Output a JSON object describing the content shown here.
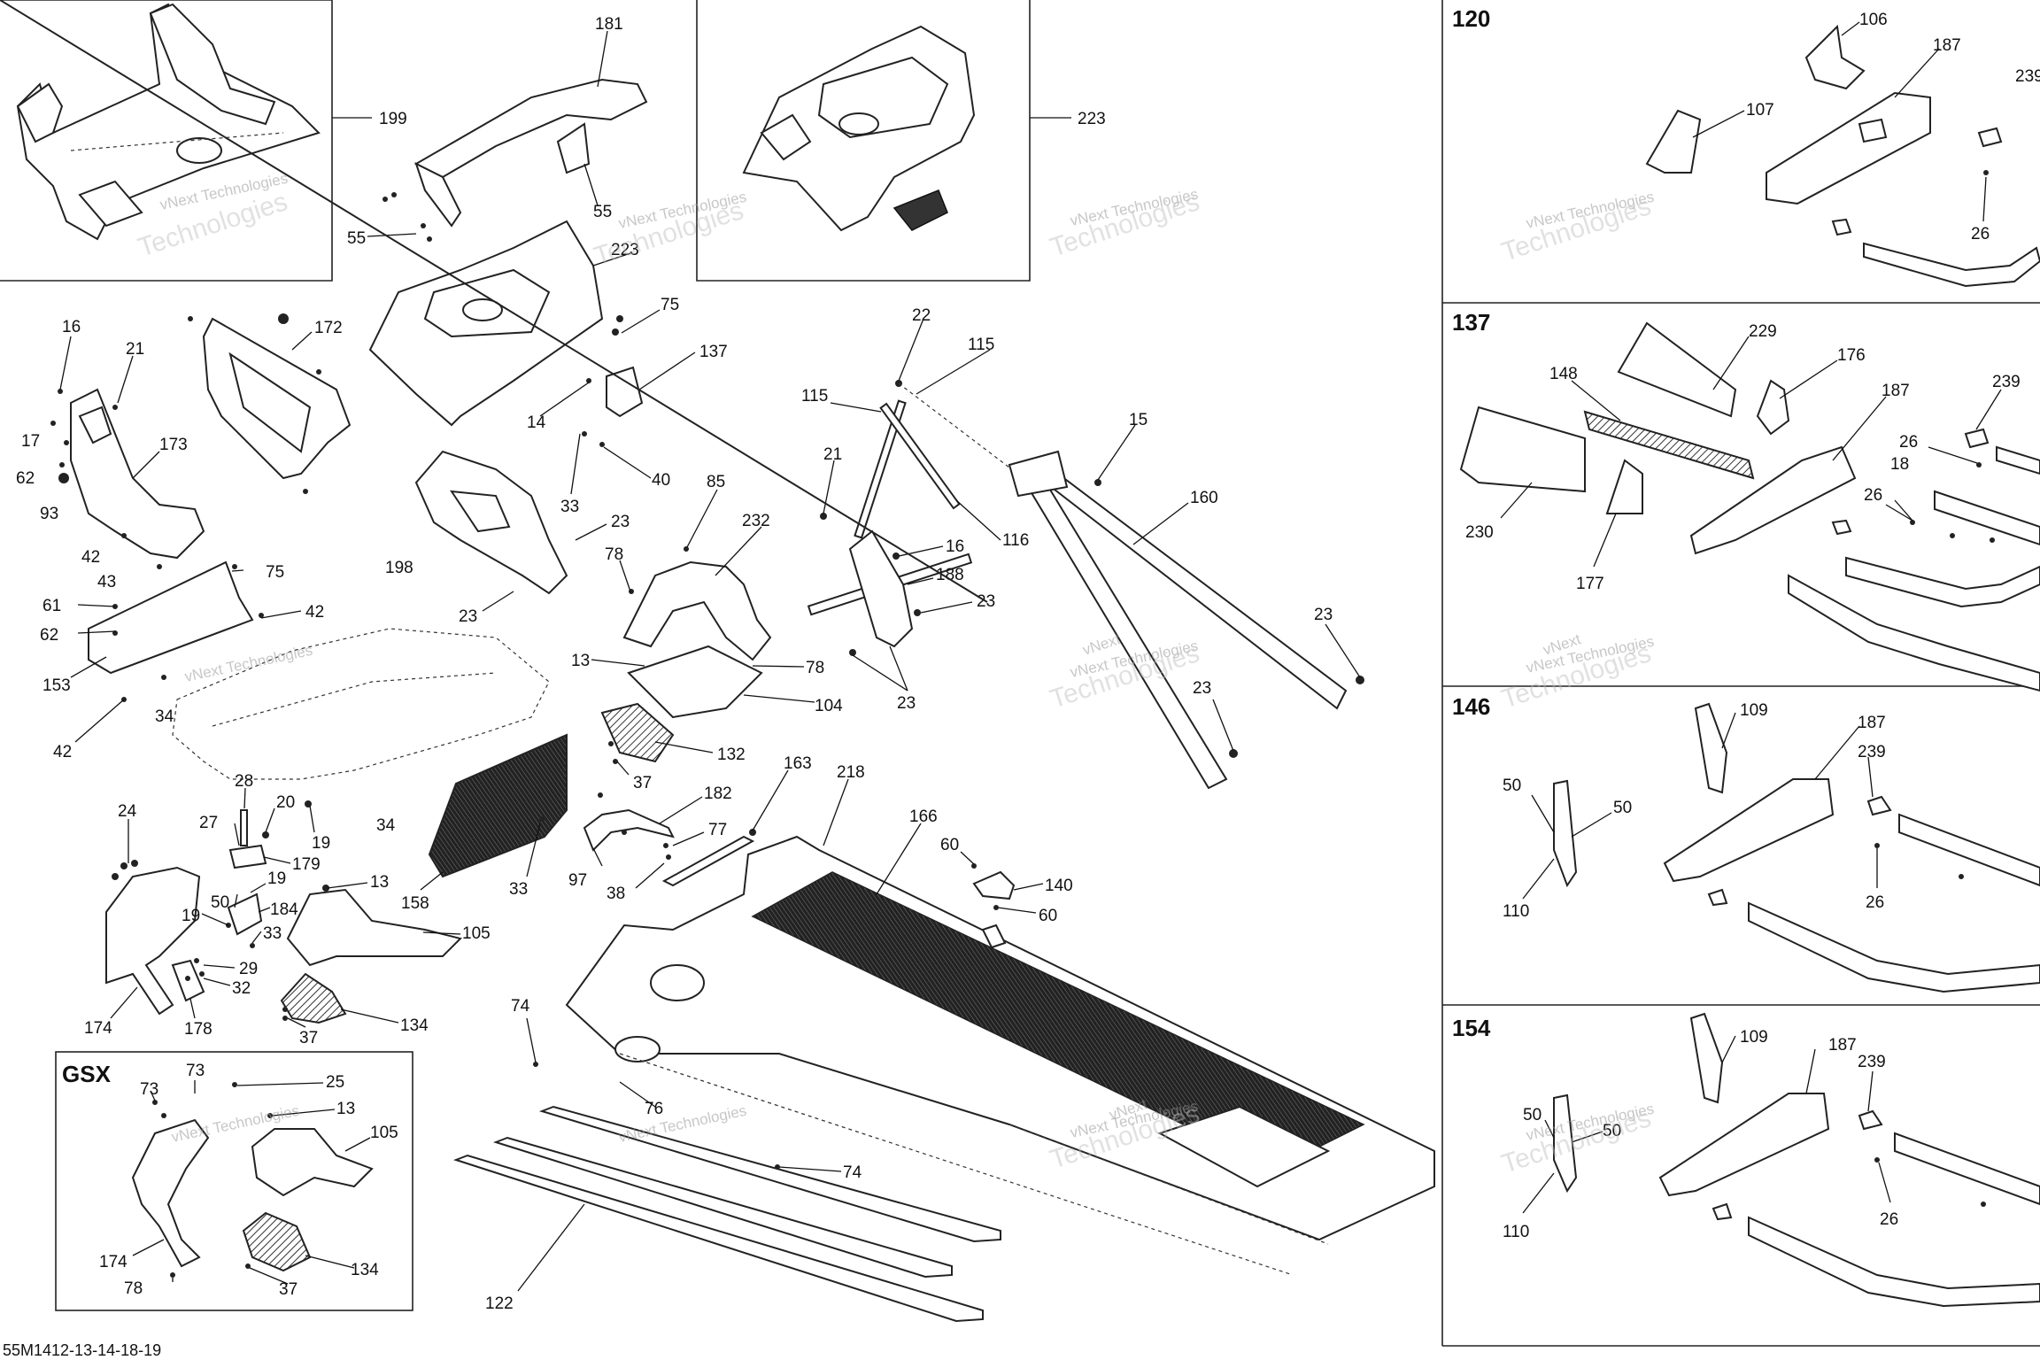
{
  "diagram_code": "55M1412-13-14-18-19",
  "watermark": {
    "line1": "vNext Technologies",
    "line2": "Technologies",
    "brand": "vNext"
  },
  "panels": {
    "p120": "120",
    "p137": "137",
    "p146": "146",
    "p154": "154",
    "gsx": "GSX"
  },
  "callouts": {
    "c199": "199",
    "c181": "181",
    "c55a": "55",
    "c55b": "55",
    "c223a": "223",
    "c223b": "223",
    "c16a": "16",
    "c21a": "21",
    "c172": "172",
    "c75a": "75",
    "c137": "137",
    "c17": "17",
    "c173": "173",
    "c62a": "62",
    "c93": "93",
    "c14": "14",
    "c40": "40",
    "c33a": "33",
    "c198": "198",
    "c23a": "23",
    "c23b": "23",
    "c42a": "42",
    "c43": "43",
    "c75b": "75",
    "c61": "61",
    "c62b": "62",
    "c42b": "42",
    "c153": "153",
    "c34a": "34",
    "c42c": "42",
    "c34b": "34",
    "c85": "85",
    "c232": "232",
    "c78a": "78",
    "c13a": "13",
    "c78b": "78",
    "c104": "104",
    "c132": "132",
    "c37a": "37",
    "c22": "22",
    "c115a": "115",
    "c115b": "115",
    "c15": "15",
    "c21b": "21",
    "c116": "116",
    "c160": "160",
    "c16b": "16",
    "c188": "188",
    "c23c": "23",
    "c23d": "23",
    "c23e": "23",
    "c23f": "23",
    "c24": "24",
    "c28": "28",
    "c27": "27",
    "c20": "20",
    "c19a": "19",
    "c179": "179",
    "c19b": "19",
    "c50": "50",
    "c184": "184",
    "c19c": "19",
    "c33b": "33",
    "c13b": "13",
    "c105a": "105",
    "c29": "29",
    "c32": "32",
    "c174a": "174",
    "c178": "178",
    "c134a": "134",
    "c37b": "37",
    "c158": "158",
    "c33c": "33",
    "c97": "97",
    "c182": "182",
    "c163": "163",
    "c77": "77",
    "c38": "38",
    "c218": "218",
    "c166": "166",
    "c60a": "60",
    "c140": "140",
    "c60b": "60",
    "c74a": "74",
    "c76": "76",
    "c74b": "74",
    "c122": "122",
    "g73a": "73",
    "g73b": "73",
    "g25": "25",
    "g13": "13",
    "g105": "105",
    "g174": "174",
    "g78": "78",
    "g37": "37",
    "g134": "134",
    "r106": "106",
    "r187a": "187",
    "r107": "107",
    "r239a": "239",
    "r26a": "26",
    "r229": "229",
    "r148": "148",
    "r176": "176",
    "r187b": "187",
    "r239b": "239",
    "r26b": "26",
    "r26c": "26",
    "r18": "18",
    "r230": "230",
    "r177": "177",
    "r109a": "109",
    "r187c": "187",
    "r50a": "50",
    "r50b": "50",
    "r239c": "239",
    "r110a": "110",
    "r26d": "26",
    "r109b": "109",
    "r187d": "187",
    "r50c": "50",
    "r50d": "50",
    "r239d": "239",
    "r110b": "110",
    "r26e": "26"
  }
}
